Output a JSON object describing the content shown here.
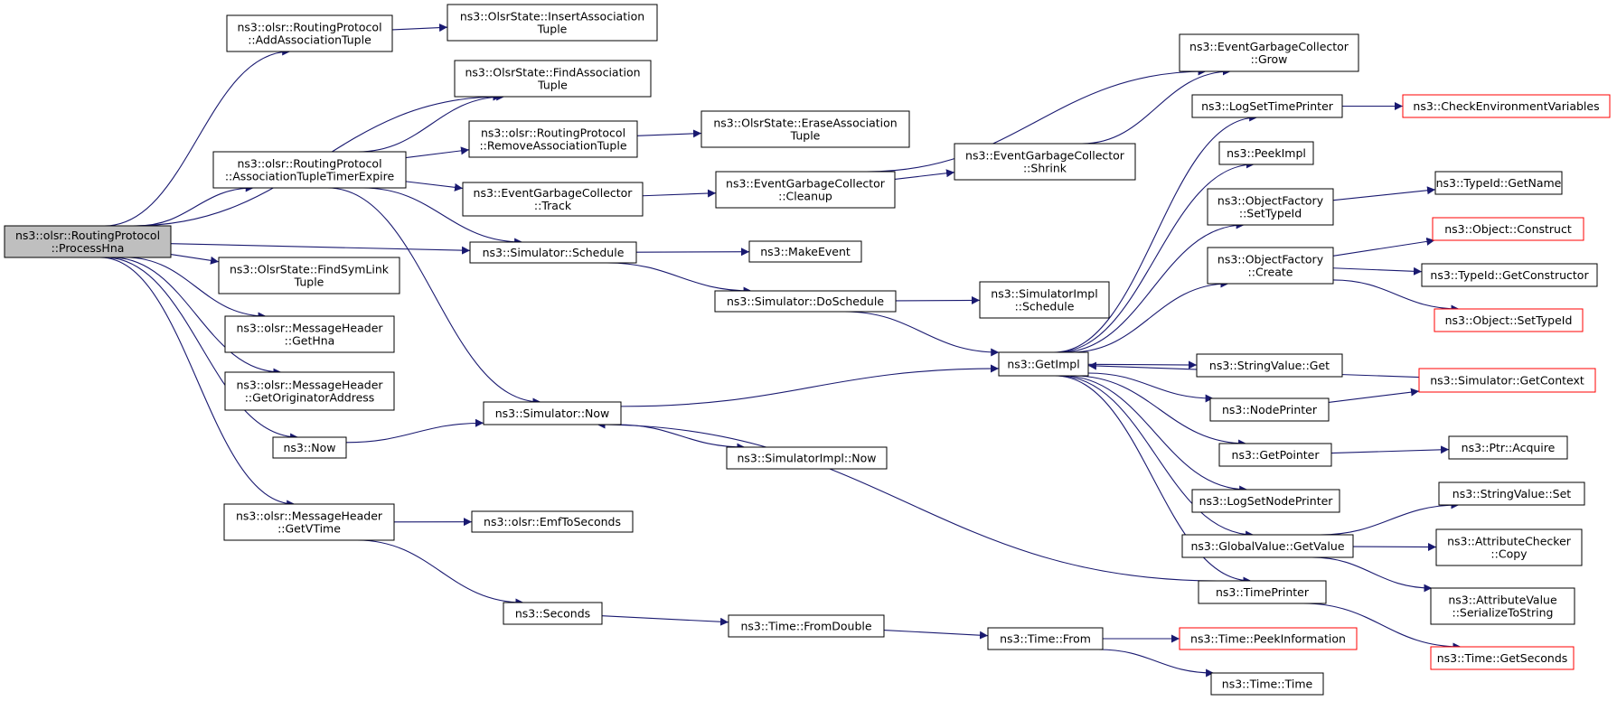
{
  "colors": {
    "edge": "#191970",
    "box_border": "#000000",
    "truncated_border": "#ff0000",
    "root_fill": "#bfbfbf",
    "node_fill": "#ffffff"
  },
  "nodes": [
    {
      "id": "processhna",
      "lines": [
        "ns3::olsr::RoutingProtocol",
        "::ProcessHna"
      ],
      "style": "root"
    },
    {
      "id": "addassoc",
      "lines": [
        "ns3::olsr::RoutingProtocol",
        "::AddAssociationTuple"
      ],
      "style": "normal"
    },
    {
      "id": "insertassoc",
      "lines": [
        "ns3::OlsrState::InsertAssociation",
        "Tuple"
      ],
      "style": "normal"
    },
    {
      "id": "findassoc",
      "lines": [
        "ns3::OlsrState::FindAssociation",
        "Tuple"
      ],
      "style": "normal"
    },
    {
      "id": "assoctimer",
      "lines": [
        "ns3::olsr::RoutingProtocol",
        "::AssociationTupleTimerExpire"
      ],
      "style": "normal"
    },
    {
      "id": "removeassoc",
      "lines": [
        "ns3::olsr::RoutingProtocol",
        "::RemoveAssociationTuple"
      ],
      "style": "normal"
    },
    {
      "id": "eraseassoc",
      "lines": [
        "ns3::OlsrState::EraseAssociation",
        "Tuple"
      ],
      "style": "normal"
    },
    {
      "id": "egctrack",
      "lines": [
        "ns3::EventGarbageCollector",
        "::Track"
      ],
      "style": "normal"
    },
    {
      "id": "egccleanup",
      "lines": [
        "ns3::EventGarbageCollector",
        "::Cleanup"
      ],
      "style": "normal"
    },
    {
      "id": "egcgrow",
      "lines": [
        "ns3::EventGarbageCollector",
        "::Grow"
      ],
      "style": "normal"
    },
    {
      "id": "egcshrink",
      "lines": [
        "ns3::EventGarbageCollector",
        "::Shrink"
      ],
      "style": "normal"
    },
    {
      "id": "simschedule",
      "lines": [
        "ns3::Simulator::Schedule"
      ],
      "style": "normal"
    },
    {
      "id": "makeevent",
      "lines": [
        "ns3::MakeEvent"
      ],
      "style": "normal"
    },
    {
      "id": "findsymlink",
      "lines": [
        "ns3::OlsrState::FindSymLink",
        "Tuple"
      ],
      "style": "normal"
    },
    {
      "id": "dosched",
      "lines": [
        "ns3::Simulator::DoSchedule"
      ],
      "style": "normal"
    },
    {
      "id": "simimplsched",
      "lines": [
        "ns3::SimulatorImpl",
        "::Schedule"
      ],
      "style": "normal"
    },
    {
      "id": "gethna",
      "lines": [
        "ns3::olsr::MessageHeader",
        "::GetHna"
      ],
      "style": "normal"
    },
    {
      "id": "getorig",
      "lines": [
        "ns3::olsr::MessageHeader",
        "::GetOriginatorAddress"
      ],
      "style": "normal"
    },
    {
      "id": "now",
      "lines": [
        "ns3::Now"
      ],
      "style": "normal"
    },
    {
      "id": "simnow",
      "lines": [
        "ns3::Simulator::Now"
      ],
      "style": "normal"
    },
    {
      "id": "simimplnow",
      "lines": [
        "ns3::SimulatorImpl::Now"
      ],
      "style": "normal"
    },
    {
      "id": "getvtime",
      "lines": [
        "ns3::olsr::MessageHeader",
        "::GetVTime"
      ],
      "style": "normal"
    },
    {
      "id": "emftosec",
      "lines": [
        "ns3::olsr::EmfToSeconds"
      ],
      "style": "normal"
    },
    {
      "id": "seconds",
      "lines": [
        "ns3::Seconds"
      ],
      "style": "normal"
    },
    {
      "id": "fromdouble",
      "lines": [
        "ns3::Time::FromDouble"
      ],
      "style": "normal"
    },
    {
      "id": "timefrom",
      "lines": [
        "ns3::Time::From"
      ],
      "style": "normal"
    },
    {
      "id": "peekinfo",
      "lines": [
        "ns3::Time::PeekInformation"
      ],
      "style": "truncated"
    },
    {
      "id": "timetime",
      "lines": [
        "ns3::Time::Time"
      ],
      "style": "normal"
    },
    {
      "id": "getimpl",
      "lines": [
        "ns3::GetImpl"
      ],
      "style": "normal"
    },
    {
      "id": "logsettime",
      "lines": [
        "ns3::LogSetTimePrinter"
      ],
      "style": "normal"
    },
    {
      "id": "checkenv",
      "lines": [
        "ns3::CheckEnvironmentVariables"
      ],
      "style": "truncated"
    },
    {
      "id": "peekimpl",
      "lines": [
        "ns3::PeekImpl"
      ],
      "style": "normal"
    },
    {
      "id": "ofsettypeid",
      "lines": [
        "ns3::ObjectFactory",
        "::SetTypeId"
      ],
      "style": "normal"
    },
    {
      "id": "typeidname",
      "lines": [
        "ns3::TypeId::GetName"
      ],
      "style": "normal"
    },
    {
      "id": "ofcreate",
      "lines": [
        "ns3::ObjectFactory",
        "::Create"
      ],
      "style": "normal"
    },
    {
      "id": "objconstruct",
      "lines": [
        "ns3::Object::Construct"
      ],
      "style": "truncated"
    },
    {
      "id": "typeidctor",
      "lines": [
        "ns3::TypeId::GetConstructor"
      ],
      "style": "normal"
    },
    {
      "id": "objsettypeid",
      "lines": [
        "ns3::Object::SetTypeId"
      ],
      "style": "truncated"
    },
    {
      "id": "strvalget",
      "lines": [
        "ns3::StringValue::Get"
      ],
      "style": "normal"
    },
    {
      "id": "simgetctx",
      "lines": [
        "ns3::Simulator::GetContext"
      ],
      "style": "truncated"
    },
    {
      "id": "nodeprinter",
      "lines": [
        "ns3::NodePrinter"
      ],
      "style": "normal"
    },
    {
      "id": "getpointer",
      "lines": [
        "ns3::GetPointer"
      ],
      "style": "normal"
    },
    {
      "id": "ptracquire",
      "lines": [
        "ns3::Ptr::Acquire"
      ],
      "style": "normal"
    },
    {
      "id": "logsetnode",
      "lines": [
        "ns3::LogSetNodePrinter"
      ],
      "style": "normal"
    },
    {
      "id": "strvalset",
      "lines": [
        "ns3::StringValue::Set"
      ],
      "style": "normal"
    },
    {
      "id": "globalvalget",
      "lines": [
        "ns3::GlobalValue::GetValue"
      ],
      "style": "normal"
    },
    {
      "id": "attrchkcopy",
      "lines": [
        "ns3::AttributeChecker",
        "::Copy"
      ],
      "style": "normal"
    },
    {
      "id": "attrvalser",
      "lines": [
        "ns3::AttributeValue",
        "::SerializeToString"
      ],
      "style": "normal"
    },
    {
      "id": "timeprinter",
      "lines": [
        "ns3::TimePrinter"
      ],
      "style": "normal"
    },
    {
      "id": "getseconds",
      "lines": [
        "ns3::Time::GetSeconds"
      ],
      "style": "truncated"
    }
  ],
  "edges": [
    [
      "processhna",
      "addassoc"
    ],
    [
      "processhna",
      "findassoc"
    ],
    [
      "processhna",
      "assoctimer"
    ],
    [
      "processhna",
      "simschedule"
    ],
    [
      "processhna",
      "findsymlink"
    ],
    [
      "processhna",
      "gethna"
    ],
    [
      "processhna",
      "getorig"
    ],
    [
      "processhna",
      "now"
    ],
    [
      "processhna",
      "getvtime"
    ],
    [
      "addassoc",
      "insertassoc"
    ],
    [
      "assoctimer",
      "findassoc"
    ],
    [
      "assoctimer",
      "removeassoc"
    ],
    [
      "assoctimer",
      "egctrack"
    ],
    [
      "assoctimer",
      "simschedule"
    ],
    [
      "assoctimer",
      "simnow"
    ],
    [
      "removeassoc",
      "eraseassoc"
    ],
    [
      "egctrack",
      "egccleanup"
    ],
    [
      "egccleanup",
      "egcgrow"
    ],
    [
      "egccleanup",
      "egcshrink"
    ],
    [
      "egcshrink",
      "egcgrow"
    ],
    [
      "simschedule",
      "makeevent"
    ],
    [
      "simschedule",
      "dosched"
    ],
    [
      "dosched",
      "simimplsched"
    ],
    [
      "dosched",
      "getimpl"
    ],
    [
      "now",
      "simnow"
    ],
    [
      "simnow",
      "getimpl"
    ],
    [
      "simnow",
      "simimplnow"
    ],
    [
      "getvtime",
      "emftosec"
    ],
    [
      "getvtime",
      "seconds"
    ],
    [
      "seconds",
      "fromdouble"
    ],
    [
      "fromdouble",
      "timefrom"
    ],
    [
      "timefrom",
      "peekinfo"
    ],
    [
      "timefrom",
      "timetime"
    ],
    [
      "getimpl",
      "logsettime"
    ],
    [
      "getimpl",
      "peekimpl"
    ],
    [
      "getimpl",
      "ofsettypeid"
    ],
    [
      "getimpl",
      "ofcreate"
    ],
    [
      "getimpl",
      "strvalget"
    ],
    [
      "getimpl",
      "nodeprinter"
    ],
    [
      "getimpl",
      "getpointer"
    ],
    [
      "getimpl",
      "logsetnode"
    ],
    [
      "getimpl",
      "globalvalget"
    ],
    [
      "getimpl",
      "timeprinter"
    ],
    [
      "logsettime",
      "checkenv"
    ],
    [
      "ofsettypeid",
      "typeidname"
    ],
    [
      "ofcreate",
      "objconstruct"
    ],
    [
      "ofcreate",
      "typeidctor"
    ],
    [
      "ofcreate",
      "objsettypeid"
    ],
    [
      "nodeprinter",
      "simgetctx"
    ],
    [
      "simgetctx",
      "getimpl"
    ],
    [
      "getpointer",
      "ptracquire"
    ],
    [
      "globalvalget",
      "strvalset"
    ],
    [
      "globalvalget",
      "attrchkcopy"
    ],
    [
      "globalvalget",
      "attrvalser"
    ],
    [
      "timeprinter",
      "simnow"
    ],
    [
      "timeprinter",
      "getseconds"
    ]
  ]
}
